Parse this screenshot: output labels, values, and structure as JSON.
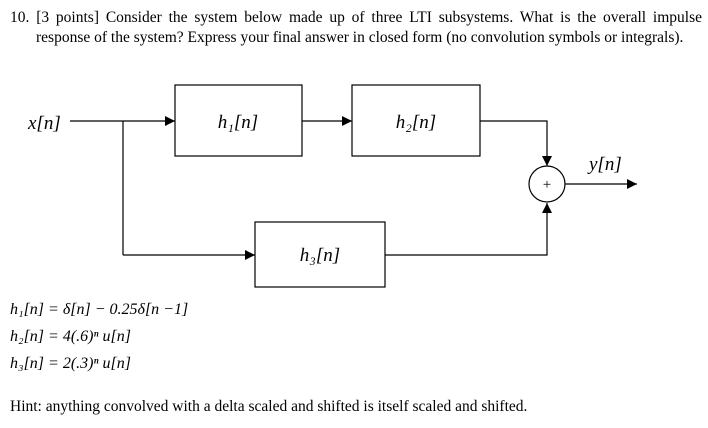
{
  "problem": {
    "full_text": "10. [3 points] Consider the system below made up of three LTI subsystems. What is the overall impulse response of the system? Express your final answer in closed form (no convolution symbols or integrals)."
  },
  "diagram": {
    "input_label": "x[n]",
    "output_label": "y[n]",
    "block1_label": "h₁[n]",
    "block2_label": "h₂[n]",
    "block3_label": "h₃[n]",
    "summer_label": "+"
  },
  "equations": {
    "eq1": "h₁[n] = δ[n] − 0.25δ[n −1]",
    "eq2": "h₂[n] = 4(.6)ⁿ u[n]",
    "eq3": "h₃[n] = 2(.3)ⁿ u[n]"
  },
  "hint": "Hint: anything convolved with a delta scaled and shifted is itself scaled and shifted."
}
